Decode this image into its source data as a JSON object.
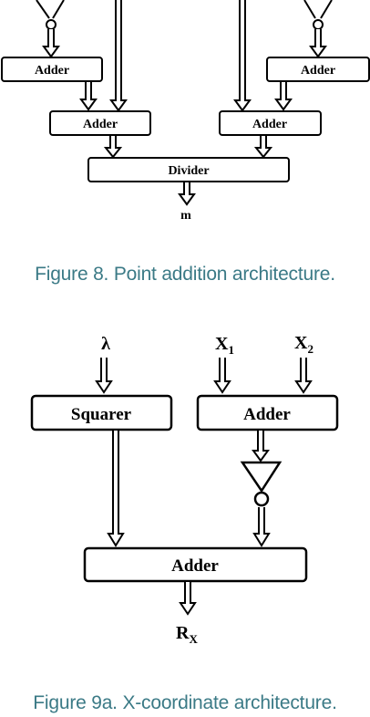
{
  "figure8": {
    "blocks": {
      "adder_left": "Adder",
      "adder_right": "Adder",
      "adder_mid_left": "Adder",
      "adder_mid_right": "Adder",
      "divider": "Divider"
    },
    "output_label": "m",
    "caption": "Figure 8. Point addition architecture."
  },
  "figure9a": {
    "inputs": {
      "lambda": "λ",
      "x1_base": "X",
      "x1_sub": "1",
      "x2_base": "X",
      "x2_sub": "2"
    },
    "blocks": {
      "squarer": "Squarer",
      "adder_top": "Adder",
      "adder_bottom": "Adder"
    },
    "output": {
      "base": "R",
      "sub": "X"
    },
    "caption": "Figure 9a. X-coordinate architecture."
  }
}
